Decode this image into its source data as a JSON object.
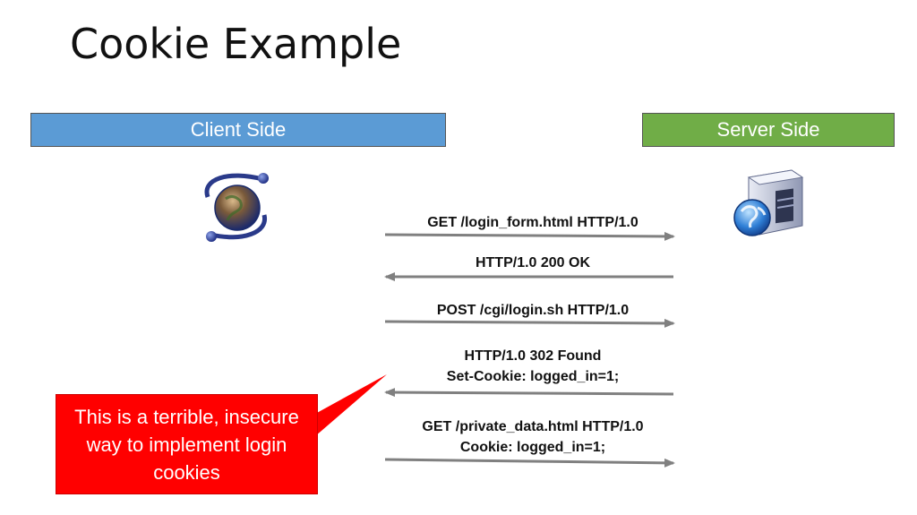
{
  "slide": {
    "title": "Cookie Example",
    "client_label": "Client Side",
    "server_label": "Server Side",
    "callout_text": "This is a terrible, insecure way to implement login cookies"
  },
  "messages": [
    {
      "line1": "GET /login_form.html HTTP/1.0",
      "line2": "",
      "direction": "to-server"
    },
    {
      "line1": "HTTP/1.0 200 OK",
      "line2": "",
      "direction": "to-client"
    },
    {
      "line1": "POST /cgi/login.sh HTTP/1.0",
      "line2": "",
      "direction": "to-server"
    },
    {
      "line1": "HTTP/1.0 302 Found",
      "line2": "Set-Cookie: logged_in=1;",
      "direction": "to-client"
    },
    {
      "line1": "GET /private_data.html HTTP/1.0",
      "line2": "Cookie: logged_in=1;",
      "direction": "to-server"
    }
  ],
  "icons": {
    "client": "browser-globe-icon",
    "server": "server-globe-icon"
  },
  "colors": {
    "client_box": "#5b9bd5",
    "server_box": "#70ad47",
    "callout": "#ff0000",
    "arrow": "#808080"
  }
}
